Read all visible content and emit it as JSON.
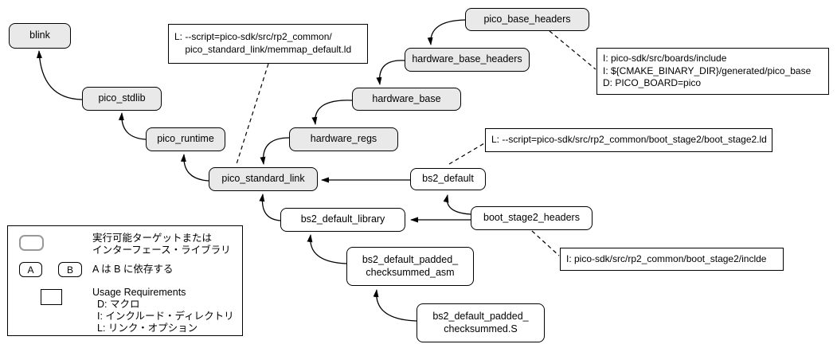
{
  "nodes": {
    "blink": {
      "label": "blink"
    },
    "pico_stdlib": {
      "label": "pico_stdlib"
    },
    "pico_runtime": {
      "label": "pico_runtime"
    },
    "pico_base_headers": {
      "label": "pico_base_headers"
    },
    "hardware_base_headers": {
      "label": "hardware_base_headers"
    },
    "hardware_base": {
      "label": "hardware_base"
    },
    "hardware_regs": {
      "label": "hardware_regs"
    },
    "pico_standard_link": {
      "label": "pico_standard_link"
    },
    "bs2_default": {
      "label": "bs2_default"
    },
    "bs2_default_library": {
      "label": "bs2_default_library"
    },
    "boot_stage2_headers": {
      "label": "boot_stage2_headers"
    },
    "bs2_default_padded_checksummed_asm": {
      "label": "bs2_default_padded_\nchecksummed_asm"
    },
    "bs2_default_padded_checksummed_s": {
      "label": "bs2_default_padded_\nchecksummed.S"
    }
  },
  "annotations": {
    "memmap_default_ld": {
      "text": "L: --script=pico-sdk/src/rp2_common/\n    pico_standard_link/memmap_default.ld"
    },
    "pico_base_usage": {
      "text": "I: pico-sdk/src/boards/include\nI: ${CMAKE_BINARY_DIR}/generated/pico_base\nD: PICO_BOARD=pico"
    },
    "boot_stage2_ld": {
      "text": "L: --script=pico-sdk/src/rp2_common/boot_stage2/boot_stage2.ld"
    },
    "boot_stage2_include": {
      "text": "I: pico-sdk/src/rp2_common/boot_stage2/inclde"
    }
  },
  "edges": [
    {
      "dependent": "blink",
      "depends_on": "pico_stdlib"
    },
    {
      "dependent": "pico_stdlib",
      "depends_on": "pico_runtime"
    },
    {
      "dependent": "pico_runtime",
      "depends_on": "pico_standard_link"
    },
    {
      "dependent": "pico_standard_link",
      "depends_on": "hardware_regs"
    },
    {
      "dependent": "hardware_regs",
      "depends_on": "hardware_base"
    },
    {
      "dependent": "hardware_base",
      "depends_on": "hardware_base_headers"
    },
    {
      "dependent": "hardware_base_headers",
      "depends_on": "pico_base_headers"
    },
    {
      "dependent": "pico_standard_link",
      "depends_on": "bs2_default"
    },
    {
      "dependent": "bs2_default",
      "depends_on": "boot_stage2_headers"
    },
    {
      "dependent": "bs2_default_library",
      "depends_on": "boot_stage2_headers"
    },
    {
      "dependent": "pico_standard_link",
      "depends_on": "bs2_default_library"
    },
    {
      "dependent": "bs2_default_library",
      "depends_on": "bs2_default_padded_checksummed_asm"
    },
    {
      "dependent": "bs2_default_padded_checksummed_asm",
      "depends_on": "bs2_default_padded_checksummed_s"
    }
  ],
  "usage_links": [
    {
      "node": "pico_standard_link",
      "annotation": "memmap_default_ld"
    },
    {
      "node": "pico_base_headers",
      "annotation": "pico_base_usage"
    },
    {
      "node": "bs2_default",
      "annotation": "boot_stage2_ld"
    },
    {
      "node": "boot_stage2_headers",
      "annotation": "boot_stage2_include"
    }
  ],
  "legend": {
    "target_label": "実行可能ターゲットまたは\nインターフェース・ライブラリ",
    "depends_label": "A は B に依存する",
    "a": "A",
    "b": "B",
    "usage_title": "Usage Requirements",
    "usage_items": [
      "D: マクロ",
      "I: インクルード・ディレクトリ",
      "L: リンク・オプション"
    ]
  },
  "colors": {
    "node_fill": "#e9e9e9",
    "node_stroke": "#000000",
    "white_node_fill": "#ffffff",
    "edge": "#000000",
    "legend_shape_stroke": "#999999",
    "background": "#ffffff"
  }
}
